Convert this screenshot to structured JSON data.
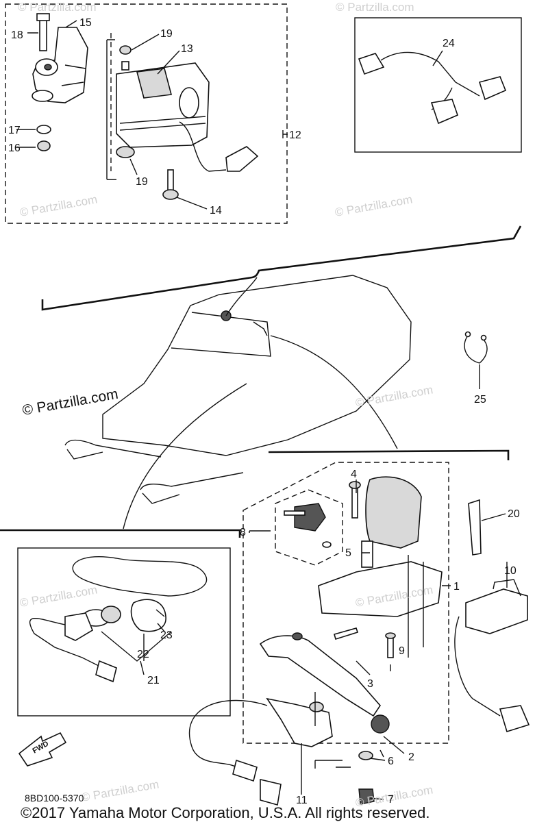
{
  "watermark": "© Partzilla.com",
  "watermark_main": "© Partzilla.com",
  "diagram_code": "8BD100-5370",
  "fwd_label": "FWD",
  "copyright": "©2017  Yamaha Motor Corporation, U.S.A. All rights reserved.",
  "callouts": {
    "c1": "1",
    "c2": "2",
    "c3": "3",
    "c4": "4",
    "c5": "5",
    "c6": "6",
    "c7": "7",
    "c8": "8",
    "c9": "9",
    "c10": "10",
    "c11": "11",
    "c12": "12",
    "c13": "13",
    "c14": "14",
    "c15": "15",
    "c16": "16",
    "c17": "17",
    "c18": "18",
    "c19a": "19",
    "c19b": "19",
    "c20": "20",
    "c21": "21",
    "c22": "22",
    "c23": "23",
    "c24": "24",
    "c25": "25"
  }
}
